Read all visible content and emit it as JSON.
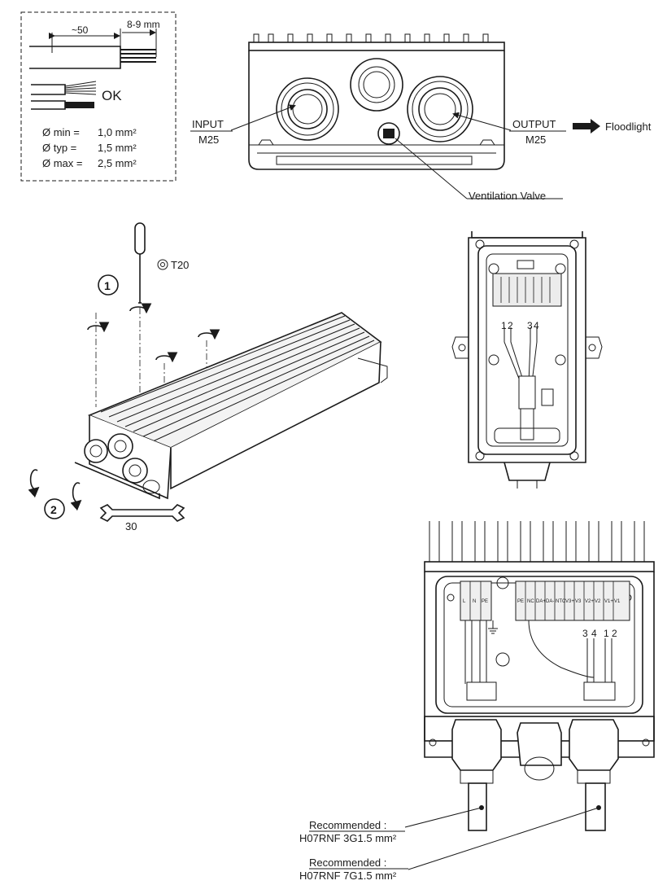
{
  "strip": {
    "dim_50": "~50",
    "dim_89": "8-9 mm",
    "ok": "OK",
    "min_label": "Ø min =",
    "min_val": "1,0 mm²",
    "typ_label": "Ø typ =",
    "typ_val": "1,5 mm²",
    "max_label": "Ø max =",
    "max_val": "2,5 mm²"
  },
  "gland_view": {
    "input_label": "INPUT",
    "input_size": "M25",
    "output_label": "OUTPUT",
    "output_size": "M25",
    "floodlight": "Floodlight",
    "ventilation": "Ventilation Valve"
  },
  "assembly": {
    "step1": "1",
    "step2": "2",
    "torx": "T20",
    "wrench_size": "30"
  },
  "terminals_small": {
    "nums": [
      "1",
      "2",
      "3",
      "4"
    ]
  },
  "terminals_large": {
    "left_labels": [
      "L",
      "N",
      "PE"
    ],
    "right_labels": [
      "PE",
      "NC",
      "DA+",
      "DA-",
      "NTC",
      "V3+",
      "V3",
      "V2+",
      "V2",
      "V1+",
      "V1"
    ],
    "nums": [
      "3",
      "4",
      "1",
      "2"
    ]
  },
  "cables": {
    "rec1_title": "Recommended :",
    "rec1_spec": "H07RNF 3G1.5 mm²",
    "rec2_title": "Recommended :",
    "rec2_spec": "H07RNF 7G1.5 mm²"
  },
  "colors": {
    "ink": "#1a1a1a",
    "grey": "#8a8a8a"
  }
}
